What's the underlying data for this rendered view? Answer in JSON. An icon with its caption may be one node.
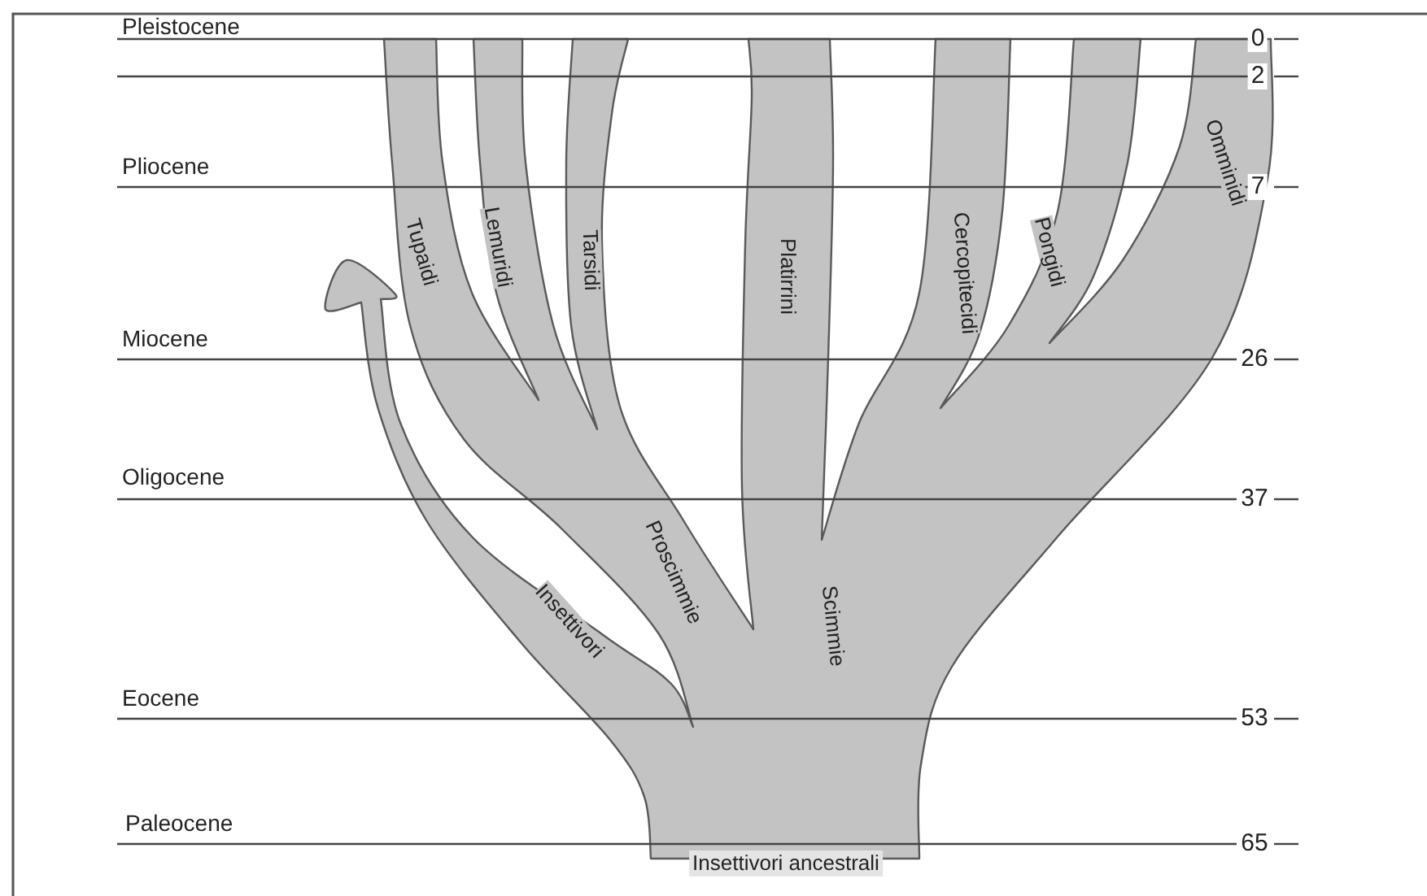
{
  "diagram": {
    "labels": [
      "Pleistocene",
      "0",
      "2",
      "Pliocene",
      "Tupaidi",
      "Lemuridi",
      "Tarsidi",
      "Omminidi",
      "7",
      "Cercopitecidi",
      "Platirrini",
      "Pongidi",
      "Miocene",
      "26",
      "Oligocene",
      "37",
      "Insettivori",
      "Proscimmie",
      "Scimmie",
      "Eocene",
      "53",
      "Paleocene",
      "65",
      "Insettivori ancestrali"
    ]
  }
}
